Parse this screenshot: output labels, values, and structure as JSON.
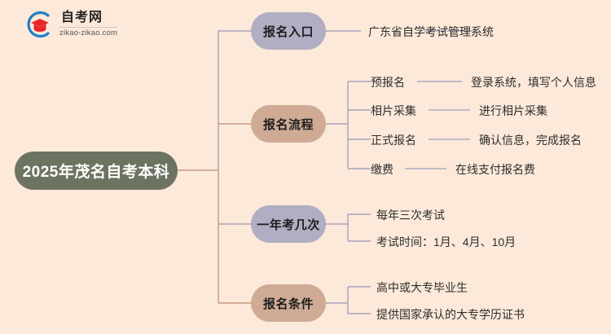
{
  "page": {
    "background_color": "#fce9d9",
    "type": "mindmap"
  },
  "logo": {
    "name_cn": "自考网",
    "url": "zikao-zikao.com",
    "mark_arc_color": "#1f7fc4",
    "mark_cap_color": "#e8252a"
  },
  "mindmap": {
    "root": {
      "label": "2025年茂名自考本科",
      "color": "#6d7361",
      "text_color": "#ffffff"
    },
    "branches": [
      {
        "label": "报名入口",
        "color": "#b1aec3",
        "wire_color": "#a6a3ba",
        "children": [
          {
            "label": "广东省自学考试管理系统",
            "detail": "",
            "has_dash": true
          }
        ]
      },
      {
        "label": "报名流程",
        "color": "#cfab96",
        "wire_color": "#c79b84",
        "children": [
          {
            "label": "预报名",
            "detail": "登录系统，填写个人信息",
            "has_dash": true
          },
          {
            "label": "相片采集",
            "detail": "进行相片采集",
            "has_dash": true
          },
          {
            "label": "正式报名",
            "detail": "确认信息，完成报名",
            "has_dash": true
          },
          {
            "label": "缴费",
            "detail": "在线支付报名费",
            "has_dash": true
          }
        ]
      },
      {
        "label": "一年考几次",
        "color": "#b1aec3",
        "wire_color": "#a6a3ba",
        "children": [
          {
            "label": "每年三次考试",
            "detail": "",
            "has_dash": false
          },
          {
            "label": "考试时间：1月、4月、10月",
            "detail": "",
            "has_dash": false
          }
        ]
      },
      {
        "label": "报名条件",
        "color": "#cfab96",
        "wire_color": "#c79b84",
        "children": [
          {
            "label": "高中或大专毕业生",
            "detail": "",
            "has_dash": false
          },
          {
            "label": "提供国家承认的大专学历证书",
            "detail": "",
            "has_dash": false
          }
        ]
      }
    ]
  }
}
